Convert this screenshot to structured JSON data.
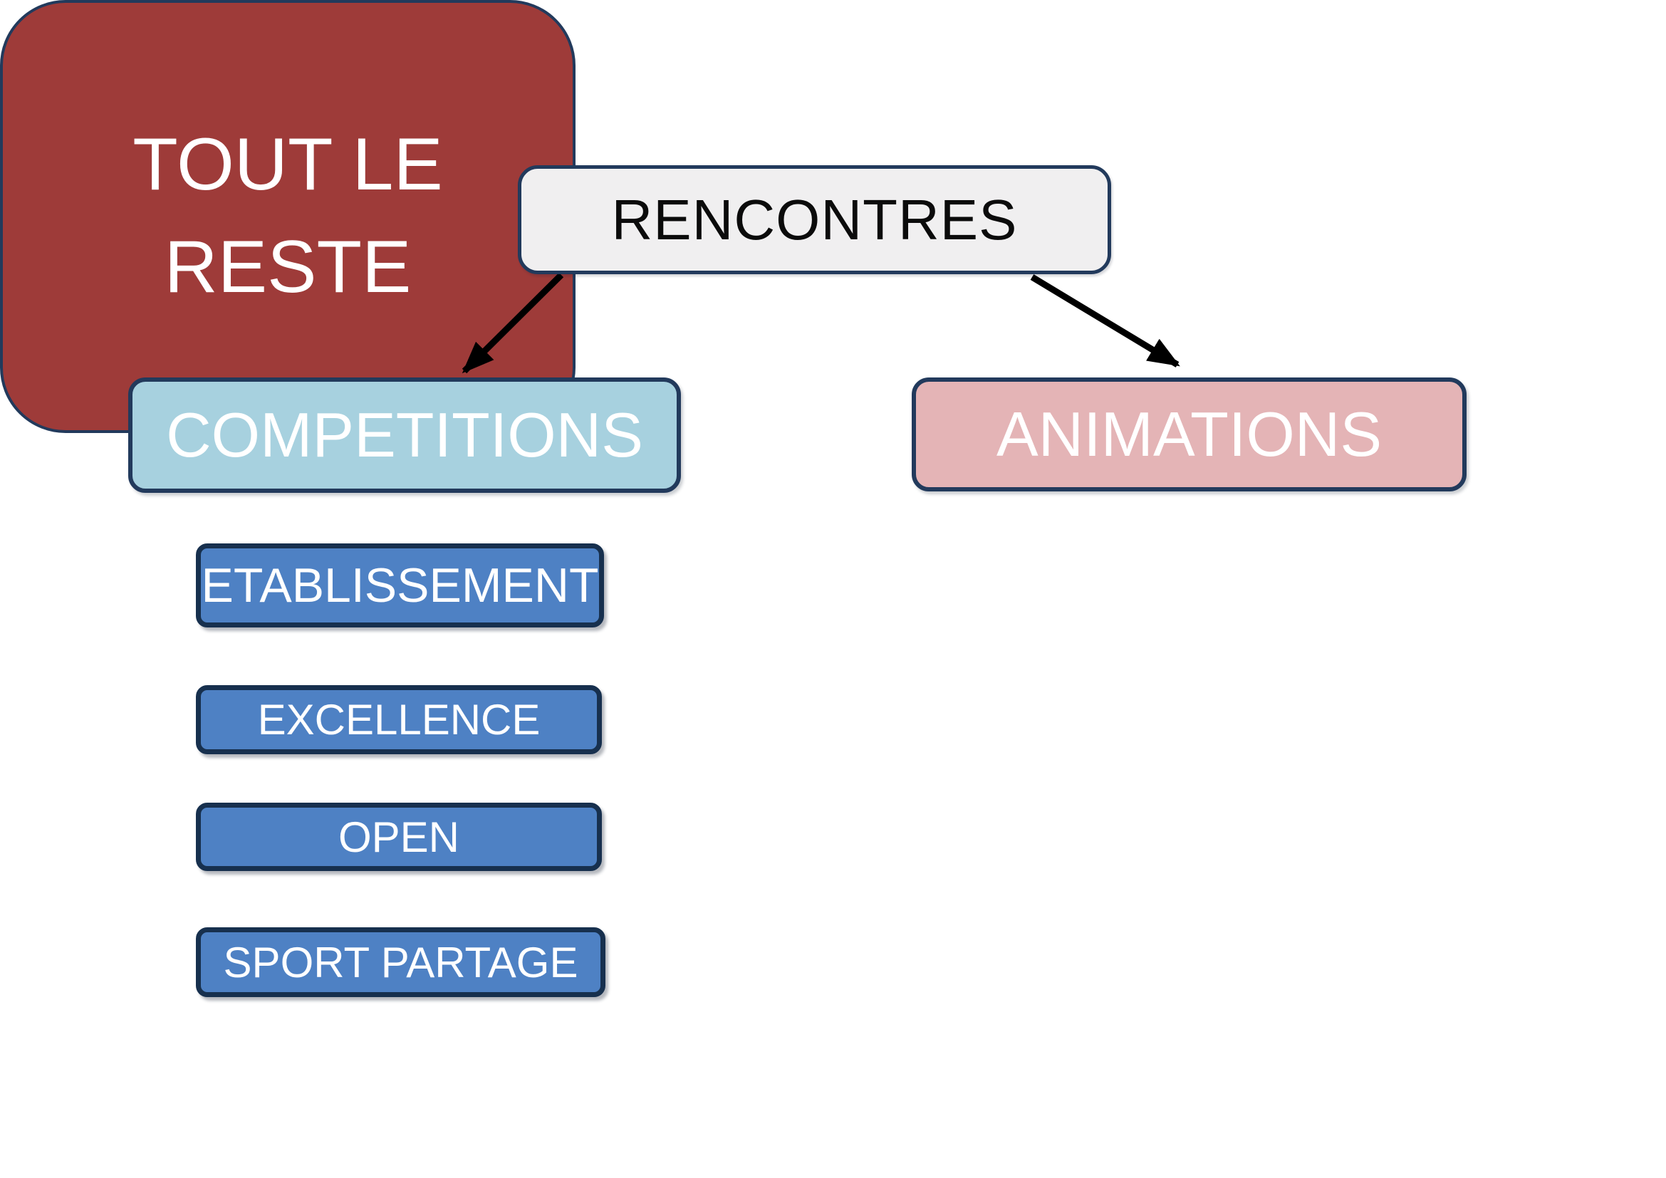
{
  "diagram": {
    "root": {
      "label": "RENCONTRES"
    },
    "left_branch": {
      "header": {
        "label": "COMPETITIONS"
      },
      "items": [
        {
          "label": "ETABLISSEMENT"
        },
        {
          "label": "EXCELLENCE"
        },
        {
          "label": "OPEN"
        },
        {
          "label": "SPORT PARTAGE"
        }
      ]
    },
    "right_branch": {
      "header": {
        "label": "ANIMATIONS"
      },
      "big_node": {
        "label": "TOUT LE RESTE",
        "line1": "TOUT LE",
        "line2": "RESTE"
      }
    }
  },
  "colors": {
    "page_bg": "#FFFFFF",
    "root_fill": "#F0EFF0",
    "root_text": "#0B0B0B",
    "node_border": "#223A5C",
    "competitions_fill": "#A7D1DF",
    "animations_fill": "#E4B4B6",
    "sub_fill": "#4E81C4",
    "sub_border": "#17304E",
    "reste_fill": "#9E3B39",
    "light_text": "#FFFFFF",
    "arrow_color": "#000000"
  }
}
